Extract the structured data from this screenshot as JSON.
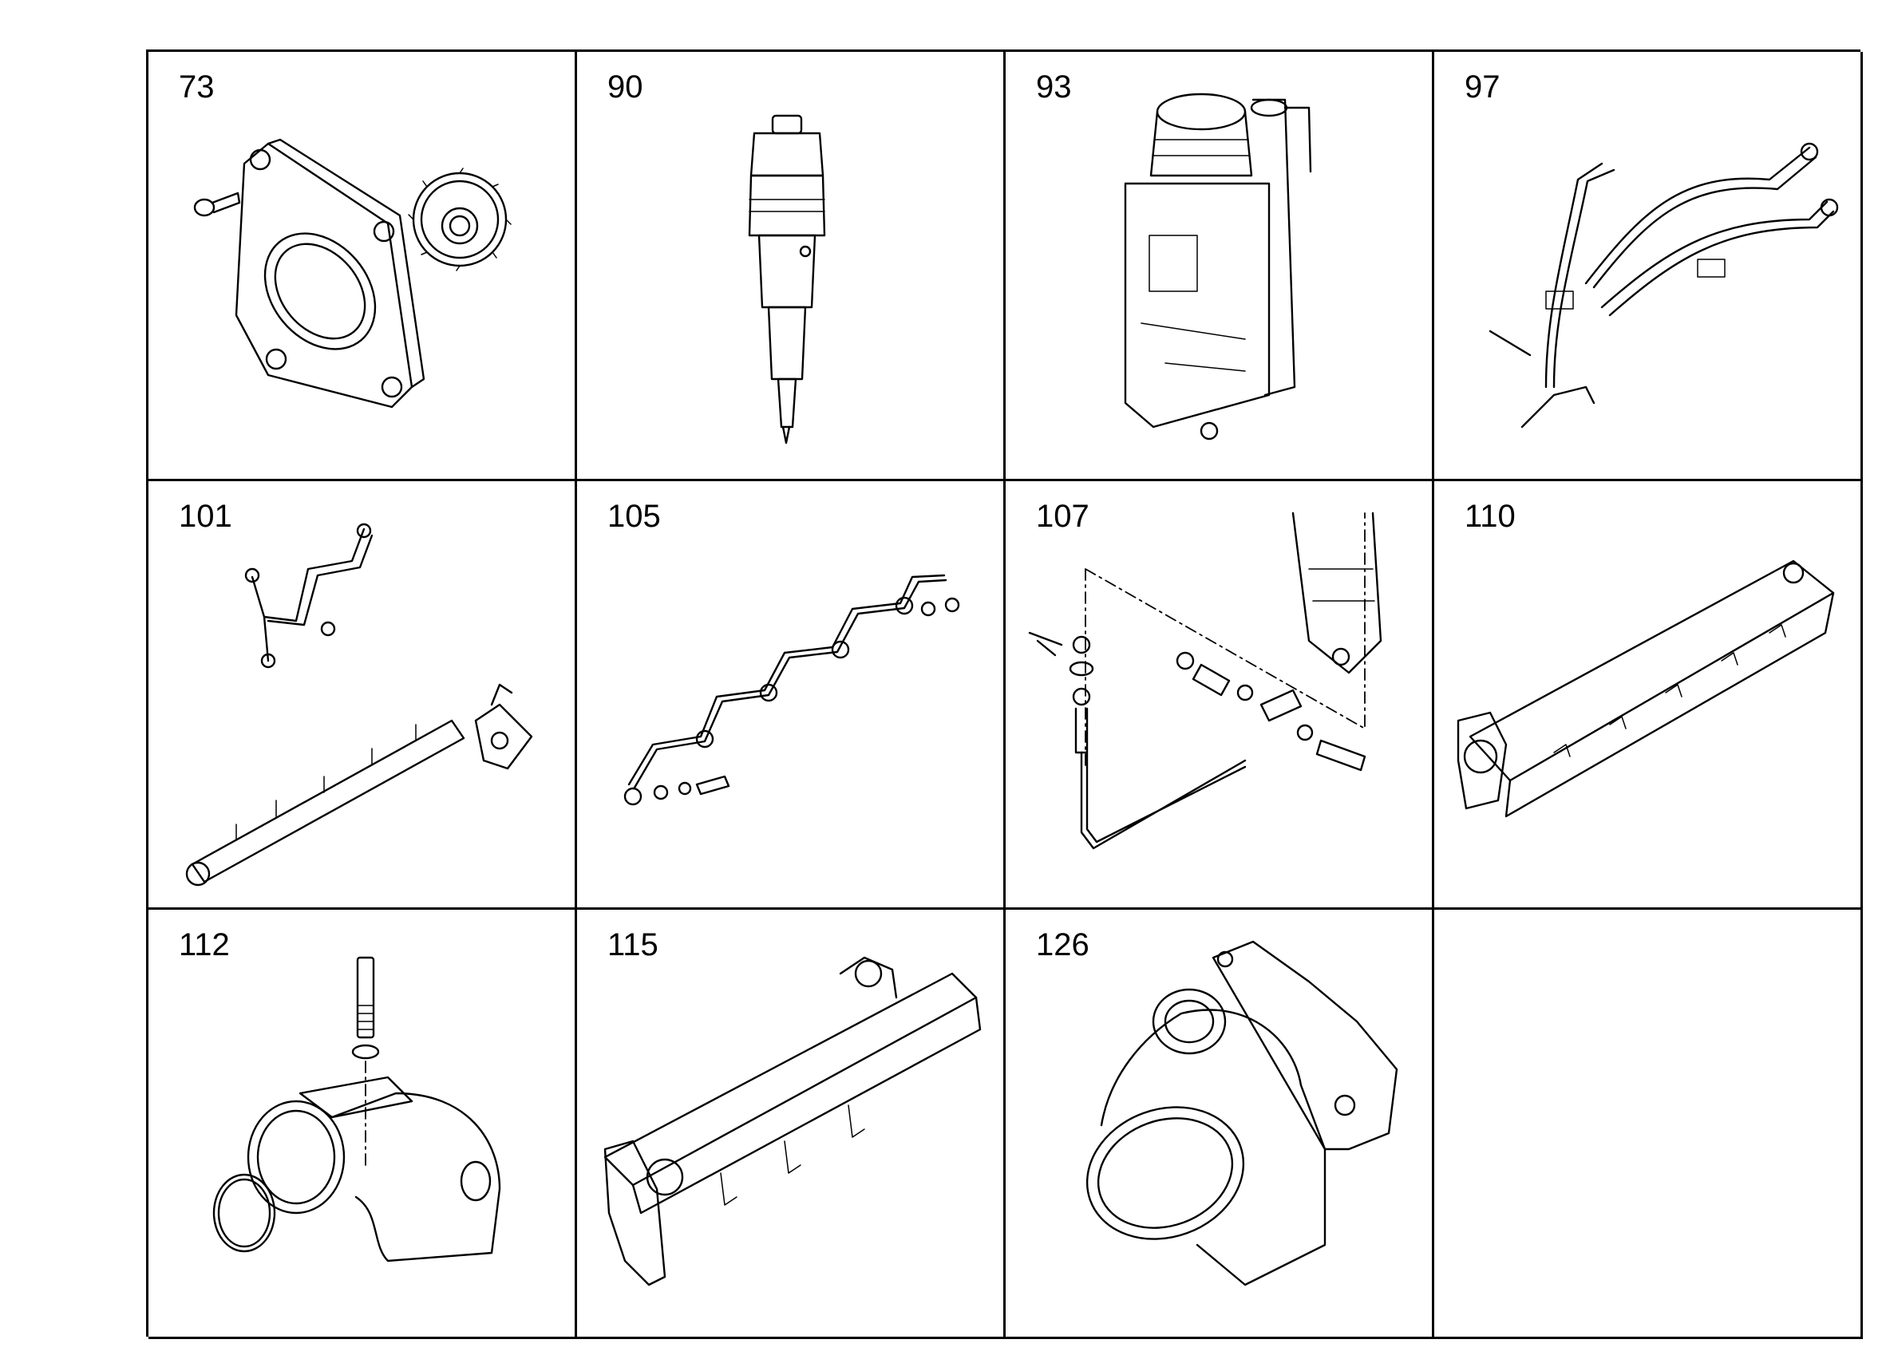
{
  "parts": [
    {
      "number": "73",
      "icon": "flange-and-gear-icon"
    },
    {
      "number": "90",
      "icon": "injector-nozzle-icon"
    },
    {
      "number": "93",
      "icon": "fuel-filter-housing-icon"
    },
    {
      "number": "97",
      "icon": "fuel-lines-bundle-icon"
    },
    {
      "number": "101",
      "icon": "common-rail-and-lines-icon"
    },
    {
      "number": "105",
      "icon": "injection-line-set-icon"
    },
    {
      "number": "107",
      "icon": "fuel-return-line-fittings-icon"
    },
    {
      "number": "110",
      "icon": "intake-manifold-icon"
    },
    {
      "number": "112",
      "icon": "elbow-connector-icon"
    },
    {
      "number": "115",
      "icon": "exhaust-manifold-icon"
    },
    {
      "number": "126",
      "icon": "intake-elbow-housing-icon"
    },
    {
      "number": "",
      "icon": ""
    }
  ]
}
